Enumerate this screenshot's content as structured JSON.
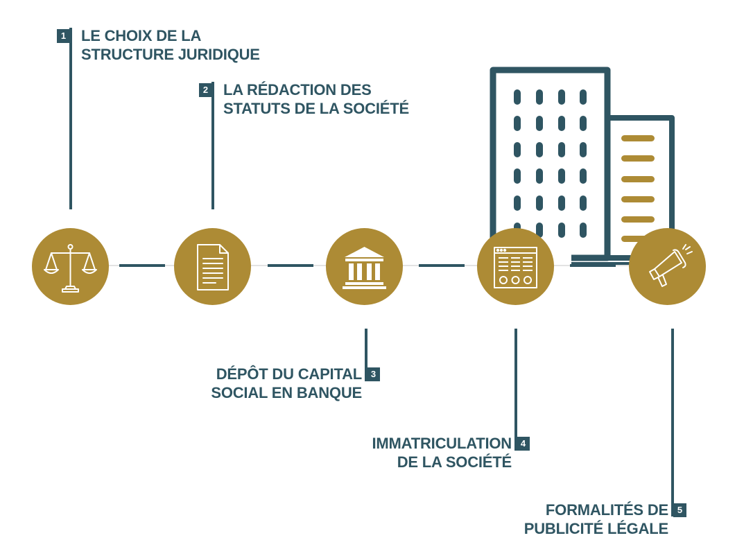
{
  "colors": {
    "dark_teal": "#2f5562",
    "gold": "#ad8b35",
    "white": "#ffffff",
    "guide_grey": "#e3e3e3"
  },
  "steps": [
    {
      "number": "1",
      "line1": "LE CHOIX DE LA",
      "line2": "STRUCTURE JURIDIQUE",
      "icon": "balance-scale-icon"
    },
    {
      "number": "2",
      "line1": "LA RÉDACTION DES",
      "line2": "STATUTS DE LA SOCIÉTÉ",
      "icon": "document-icon"
    },
    {
      "number": "3",
      "line1": "DÉPÔT DU CAPITAL",
      "line2": "SOCIAL EN BANQUE",
      "icon": "bank-icon"
    },
    {
      "number": "4",
      "line1": "IMMATRICULATION",
      "line2": "DE LA SOCIÉTÉ",
      "icon": "registration-form-icon"
    },
    {
      "number": "5",
      "line1": "FORMALITÉS DE",
      "line2": "PUBLICITÉ LÉGALE",
      "icon": "megaphone-icon"
    }
  ],
  "background_icon": "office-building-icon"
}
